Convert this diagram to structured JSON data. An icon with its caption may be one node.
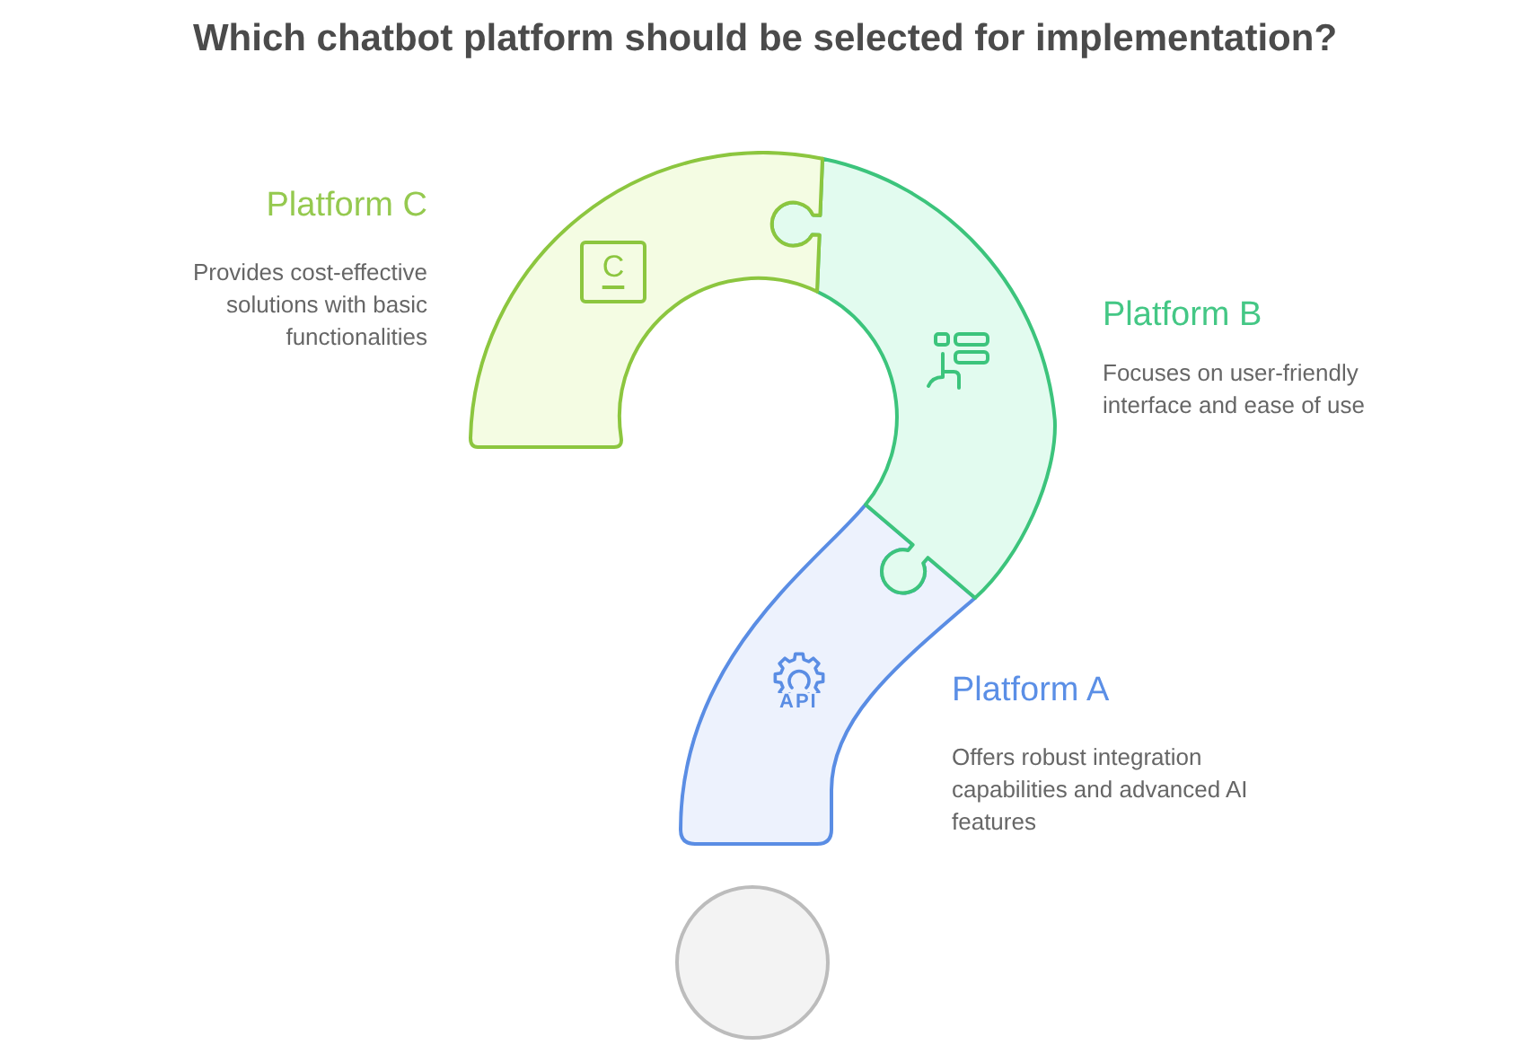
{
  "diagram": {
    "title": "Which chatbot platform should be selected for implementation?",
    "nodes": [
      {
        "text": [],
        "shape": "puzzle",
        "beside": [
          "Platform C",
          "Provides cost-effective solutions with basic functionalities"
        ]
      },
      {
        "text": [],
        "shape": "puzzle",
        "beside": [
          "Platform B",
          "Focuses on user-friendly interface and ease of use"
        ]
      },
      {
        "text": [],
        "shape": "puzzle",
        "beside": [
          "Platform A",
          "Offers robust integration capabilities and advanced AI features"
        ]
      },
      {
        "text": [],
        "shape": "circle"
      }
    ],
    "labels": [
      "C",
      "API"
    ]
  }
}
